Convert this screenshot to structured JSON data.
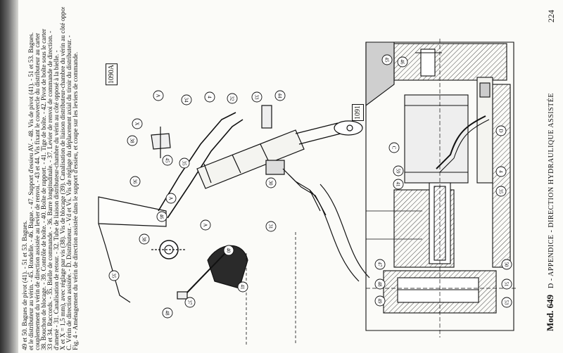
{
  "header": {
    "page_number": "224",
    "running_title": "D - APPENDICE - DIRECTION HYDRAULIQUE ASSISTÉE",
    "model": "Mod. 649"
  },
  "figures": {
    "left_label": "1090A",
    "right_label": "1091"
  },
  "caption": {
    "lines": [
      "Fig. 4 - Aménagement du vérin de direction assistée dans le support d'essieu, et coupe sur les leviers de commande.",
      "C. Vérin de direction assistée. - D. Distributeur. - Vd et Vs. Vis de réglage du déplacement axial du tiroir du distributeur. -",
      "X et X = 1,5 mm), avec réglage par vis (38). Vis de blocage (39). Canalisation de liaison distributeur-chambre du vérin au côté opposé à la bielle.",
      "d'amené - 31. Canalisation de retour. - 32. Tube de liaison distributeur-chambre du vérin au côté opposé à la bielle. -",
      "33 et 34. Raccords. - 35. Bielle de commande. - 36. Barre longitudinale. - 37. Levier de renvoi de commande de direction. -",
      "38. Bouchon de blocage. - 39. Contrôle de boîte. - 40. Boîte de rapport. - 41. Tige de boîte. - 42. Pivot de boîte sous le carter",
      "couplemement du vérin de direction assistée au levier de renvoi. - 43 et 44. Vis fixant le couvercle du distributeur au carter",
      "et le distributeur au vérin. - 45. Rondelle. - 46. Bague. - 47. Support d'essieu AV. - 48. Vis de pivot (41). - 51 et 53. Bagues.",
      "49 et 50. Bagues de pivot (41). - 51 et 53. Bagues."
    ]
  },
  "callouts_left": [
    "44",
    "33",
    "32",
    "4",
    "34",
    "A",
    "X",
    "38",
    "45",
    "35",
    "36",
    "A",
    "A",
    "46",
    "38",
    "35",
    "37",
    "48",
    "40",
    "41",
    "30",
    "31"
  ],
  "callouts_right": [
    "45",
    "46",
    "C",
    "59",
    "41",
    "D",
    "4",
    "35",
    "47",
    "48",
    "49",
    "50",
    "51",
    "53"
  ]
}
